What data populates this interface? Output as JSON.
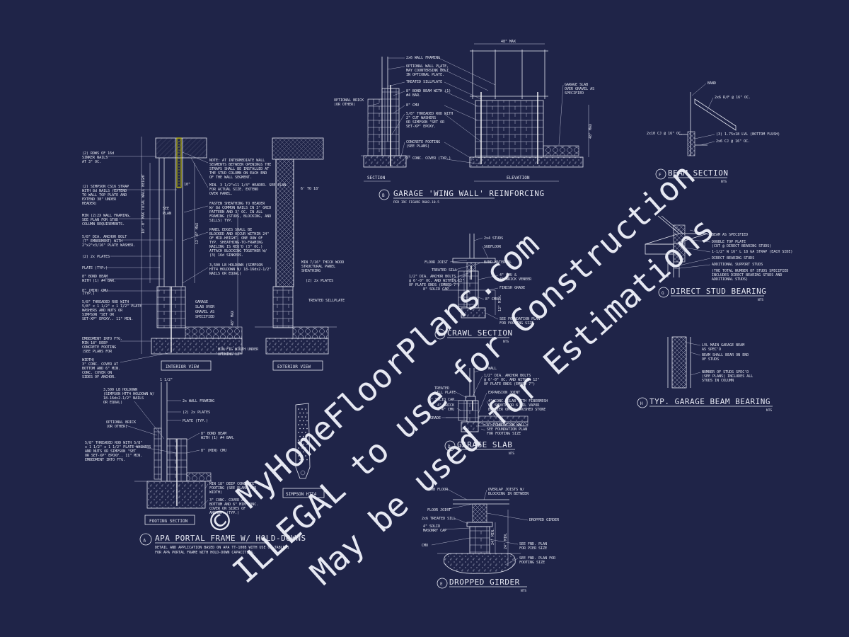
{
  "detail_a": {
    "marker": "A",
    "title": "APA PORTAL FRAME W/ HOLD-DOWNS",
    "desc_1": "DETAIL AND APPLICATION BASED ON APA TT-100B WITH USE OF TABLE 1",
    "desc_2": "FOR APA PORTAL FRAME WITH HOLD-DOWN CAPACITIES.",
    "interior_view": "INTERIOR VIEW",
    "exterior_view": "EXTERIOR VIEW",
    "footing_section": "FOOTING SECTION",
    "simpson": "SIMPSON HTT4",
    "left_notes": [
      "(2) ROWS OF 16d",
      "SINKER NAILS",
      "AT 3\" OC.",
      "(2) SIMPSON CS16 STRAP",
      "WITH 8d NAILS (EXTEND",
      "TO WALL TOP PLATE AND",
      "EXTEND 38\" UNDER",
      "HEADER)",
      "MIN (2)2X WALL FRAMING,",
      "SEE PLAN FOR STUD",
      "COLUMN REQUIREMENTS.",
      "5/8\" DIA. ANCHOR BOLT",
      "(7\" EMBEDMENT) WITH",
      "2\"x2\"x3/16\" PLATE WASHER.",
      "(2) 2x PLATES",
      "PLATE (TYP.)",
      "8\" BOND BEAM",
      "WITH (1) #4 BAR.",
      "8\" (MIN) CMU",
      "5/8\" THREADED ROD WITH",
      "5/8\" x 1 1/2\" x 1 1/2\" PLATE",
      "WASHERS AND NUTS OR",
      "SIMPSON \"SET OR",
      "SET-XP\" EPOXY.. 11\" MIN.",
      "EMBEDMENT INTO FTG.",
      "MIN 18\" DEEP",
      "CONCRETE FOOTING",
      "(SEE PLANS FOR",
      "WIDTH)",
      "3\" CONC. COVER AT",
      "BOTTOM AND 6\" MIN.",
      "CONC. COVER ON",
      "SIDES OF ANCHOR.",
      "(TYP.)"
    ],
    "mid_notes": [
      "NOTE: AT INTERMEDIATE WALL",
      "SEGMENTS BETWEEN OPENINGS THE",
      "STRAPS SHALL BE INSTALLED AT",
      "THE STUD COLUMN ON EACH END",
      "OF THE WALL SEGMENT.",
      "MIN. 3 1/2\"x11 1/4\" HEADER. SEE PLAN",
      "FOR ACTUAL SIZE. EXTEND",
      "OVER PANEL.",
      "FASTEN SHEATHING TO HEADER",
      "W/ 8d COMMON NAILS IN 3\" GRID",
      "PATTERN AND 3\" OC. IN ALL",
      "FRAMING (STUDS, BLOCKING, AND",
      "SILLS) TYP.",
      "PANEL EDGES SHALL BE",
      "BLOCKED AND OCCUR WITHIN 24\"",
      "OF MID-HEIGHT. ONE ROW OF",
      "TYP. SHEATHING-TO-FRAMING",
      "NAILING IS REQ'D (3\" OC.)",
      "ATTACH BLOCKING TOGETHER W/",
      "(3) 16d SINKERS.",
      "3,500 LB HOLDOWN (SIMPSON",
      "HTT4 HOLDOWN W/ 18-16dx2-1/2\"",
      "NAILS OR EQUAL)"
    ],
    "garage_slab_note": [
      "GARAGE",
      "SLAB OVER",
      "GRAVEL AS",
      "SPECIFIED"
    ],
    "see_plan": [
      "SEE",
      "PLAN"
    ],
    "dim_10": "10\"",
    "dim_6_18": "6' TO 18'",
    "dim_48": "48\" MAX",
    "dim_height": "10'-0\" MAX TOTAL WALL HEIGHT",
    "dim_12": "12'-0\" MAX",
    "right_notes": [
      "MIN 7/16\" THICK WOOD",
      "STRUCTURAL PANEL",
      "SHEATHING",
      "(2) 2x PLATES",
      "TREATED SILLPLATE"
    ],
    "min_ftg": [
      "MIN FTG WIDTH UNDER",
      "OPENING 12\""
    ],
    "fs_notes": [
      "3,500 LB HOLDOWN",
      "(SIMPSON HTT4 HOLDOWN W/",
      "18-16dx2-1/2\" NAILS",
      "OR EQUAL)",
      "OPTIONAL BRICK",
      "(OR OTHER)",
      "5/8\" THREADED ROD WITH 5/8\"",
      "x 1 1/2\" x 1 1/2\" PLATE WASHERS",
      "AND NUTS OR SIMPSON \"SET",
      "OR SET-XP\" EPOXY.. 11\" MIN.",
      "EMBEDMENT INTO FTG.",
      "2x WALL FRAMING",
      "(2) 2x PLATES",
      "PLATE (TYP.)",
      "8\" BOND BEAM",
      "WITH (1) #4 BAR.",
      "8\" (MIN) CMU",
      "MIN 18\" DEEP CONCRETE",
      "FOOTING (SEE PLANS FOR",
      "WIDTH)",
      "3\" CONC. COVER AT",
      "BOTTOM AND 6\" MIN CONC.",
      "COVER ON SIDES OF",
      "ANCHOR. (TYP.)"
    ],
    "fs_dim": "1 1/2\""
  },
  "detail_b": {
    "marker": "B",
    "title": "GARAGE 'WING WALL' REINFORCING",
    "sub": "PER IRC FIGURE R602.10.5",
    "section": "SECTION",
    "elevation": "ELEVATION",
    "notes": [
      "2x6 WALL FRAMING",
      "OPTIONAL WALL PLATE,",
      "MAY COUNTERSINK BOLT",
      "IN OPTIONAL PLATE.",
      "TREATED SILLPLATE",
      "8\" BOND BEAM WITH (1)",
      "#4 BAR.",
      "8\" CMU",
      "5/8\" THREADED ROD WITH",
      "2\" CUT WASHERS",
      "OR SIMPSON \"SET OR",
      "SET-XP\" EPOXY.",
      "CONCRETE FOOTING",
      "(SEE PLANS)",
      "3\" CONC. COVER (TYP.)"
    ],
    "brick": [
      "OPTIONAL BRICK",
      "(OR OTHER)"
    ],
    "slab": [
      "GARAGE SLAB",
      "OVER GRAVEL AS",
      "SPECIFIED"
    ],
    "dim_48": "48\" MAX",
    "dim_v": "48\" MAX"
  },
  "detail_c": {
    "marker": "C",
    "title": "CRAWL SECTION",
    "nts": "NTS",
    "notes": [
      "2x4 STUDS",
      "SUBFLOOR",
      "FLOOR JOIST",
      "BAND MATERIAL",
      "TREATED SILL",
      "4\" CMU &",
      "4\" BRICK VENEER",
      "1/2\" DIA. ANCHOR BOLTS",
      "@ 6'-0\" OC. AND WITHIN 12\"",
      "OF PLATE ENDS (EMBED 7\")",
      "FINISH GRADE",
      "8\" SOLID CAP",
      "8\" CMU",
      "SEE FOUNDATION PLAN",
      "FOR FOOTING SIZE"
    ],
    "dim": "12\" MIN."
  },
  "detail_d": {
    "marker": "D",
    "title": "GARAGE SLAB",
    "nts": "NTS",
    "notes": [
      "WALL",
      "1/2\" DIA. ANCHOR BOLTS",
      "@ 6'-0\" OC. AND WITHIN 12\"",
      "OF PLATE ENDS (EMBED 7\")",
      "TREATED",
      "SILL PLATE",
      "8\" SOLID CAP",
      "EXPANSION JOINT",
      "4\" CONC. SLAB WITH FIBERMESH",
      "ON SMOOTH OR 6 MIL VAPOR",
      "BARRIER ON 4\" CRUSHED STONE",
      "4\" BRICK",
      "& 4\" CMU",
      "GRADE",
      "8\" FOUNDATION WALL",
      "SEE FOUNDATION PLAN",
      "FOR FOOTING SIZE"
    ]
  },
  "detail_e": {
    "marker": "E",
    "title": "DROPPED GIRDER",
    "nts": "NTS",
    "notes": [
      "SUB FLOOR",
      "OVERLAP JOISTS W/",
      "BLOCKING IN BETWEEN",
      "FLOOR JOIST",
      "2x6 TREATED SILL",
      "DROPPED GIRDER",
      "4\" SOLID",
      "MASONRY CAP",
      "CMU",
      "SEE FND. PLAN",
      "FOR PIER SIZE",
      "SEE FND. PLAN FOR",
      "FOOTING SIZE"
    ],
    "dim1": "24\" MIN.",
    "dim2": "24\" MIN."
  },
  "detail_f": {
    "marker": "F",
    "title": "BEAM SECTION",
    "nts": "NTS",
    "notes": [
      "BAND",
      "2x6 R/F @ 16\" OC.",
      "2x10 CJ @ 16\" OC.",
      "(3) 1.75x18 LVL (BOTTOM FLUSH)",
      "2x6 CJ @ 16\" OC."
    ]
  },
  "detail_g": {
    "marker": "G",
    "title": "DIRECT STUD BEARING",
    "nts": "NTS",
    "notes": [
      "BEAM AS SPECIFIED",
      "DOUBLE TOP PLATE",
      "(CUT @ DIRECT BEARING STUDS)",
      "1-1/2\" W 16\" L 18 GA STRAP (EACH SIDE)",
      "DIRECT BEARING STUDS",
      "ADDITIONAL SUPPORT STUDS",
      "(THE TOTAL NUMBER OF STUDS SPECIFIED",
      "INCLUDES DIRECT BEARING STUDS AND",
      "ADDITIONAL STUDS)"
    ]
  },
  "detail_h": {
    "marker": "H",
    "title": "TYP. GARAGE BEAM BEARING",
    "nts": "NTS",
    "notes": [
      "LVL MAIN GARAGE BEAM",
      "AS SPEC'D",
      "BEAM SHALL BEAR ON END",
      "OF STUDS",
      "NUMBER OF STUDS SPEC'D",
      "(SEE PLANS) INCLUDES ALL",
      "STUDS IN COLUMN"
    ]
  },
  "watermark": {
    "line1": "© MyHomeFloorPlans.com",
    "line2": "ILLEGAL to use for Construction",
    "line3": "May be used for Estimations"
  },
  "colors": {
    "background": "#1f2448",
    "line": "#e6e8f2",
    "highlight": "#e8e000"
  }
}
